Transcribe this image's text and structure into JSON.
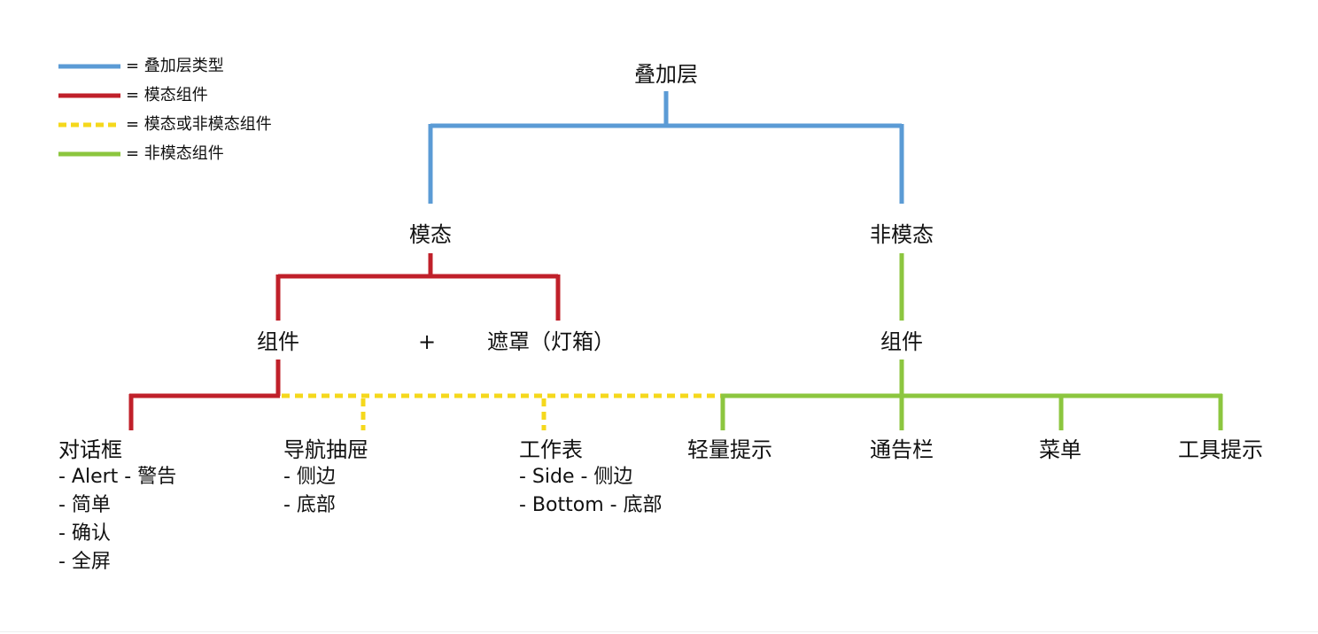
{
  "colors": {
    "overlay_type": "#5b9bd5",
    "modal": "#c0202a",
    "modal_or_nonmodal": "#f5d81c",
    "nonmodal": "#8cc63f"
  },
  "legend": [
    {
      "label": "= 叠加层类型",
      "style": "solid",
      "color": "#5b9bd5"
    },
    {
      "label": "= 模态组件",
      "style": "solid",
      "color": "#c0202a"
    },
    {
      "label": "= 模态或非模态组件",
      "style": "dashed",
      "color": "#f5d81c"
    },
    {
      "label": "= 非模态组件",
      "style": "solid",
      "color": "#8cc63f"
    }
  ],
  "root": "叠加层",
  "modal": {
    "label": "模态",
    "components": "组件",
    "plus": "+",
    "scrim": "遮罩（灯箱）"
  },
  "nonmodal": {
    "label": "非模态",
    "components": "组件"
  },
  "leaves": {
    "dialog": {
      "title": "对话框",
      "items": [
        "- Alert - 警告",
        "- 简单",
        "- 确认",
        "- 全屏"
      ]
    },
    "nav_drawer": {
      "title": "导航抽屉",
      "items": [
        "- 侧边",
        "- 底部"
      ]
    },
    "sheet": {
      "title": "工作表",
      "items": [
        "- Side - 侧边",
        "- Bottom - 底部"
      ]
    },
    "snackbar": {
      "title": "轻量提示"
    },
    "banner": {
      "title": "通告栏"
    },
    "menu": {
      "title": "菜单"
    },
    "tooltip": {
      "title": "工具提示"
    }
  }
}
